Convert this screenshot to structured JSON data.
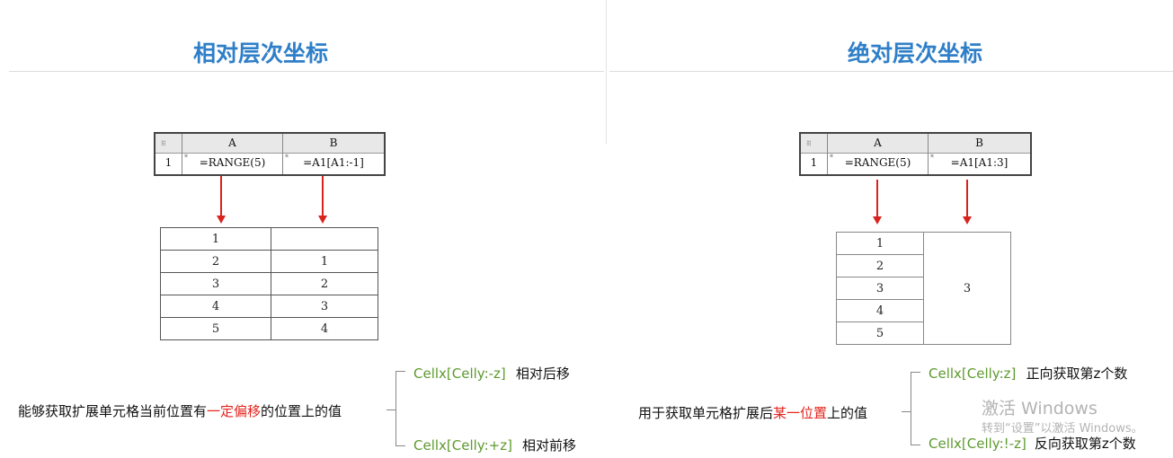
{
  "left": {
    "title": "相对层次坐标",
    "sheet": {
      "col_a": "A",
      "col_b": "B",
      "row": "1",
      "formula_a": "=RANGE(5)",
      "formula_b": "=A1[A1:-1]"
    },
    "table": [
      [
        "1",
        ""
      ],
      [
        "2",
        "1"
      ],
      [
        "3",
        "2"
      ],
      [
        "4",
        "3"
      ],
      [
        "5",
        "4"
      ]
    ],
    "desc_pre": "能够获取扩展单元格当前位置有",
    "desc_red": "一定偏移",
    "desc_post": "的位置上的值",
    "item1_code": "Cellx[Celly:-z]",
    "item1_text": "相对后移",
    "item2_code": "Cellx[Celly:+z]",
    "item2_text": "相对前移"
  },
  "right": {
    "title": "绝对层次坐标",
    "sheet": {
      "col_a": "A",
      "col_b": "B",
      "row": "1",
      "formula_a": "=RANGE(5)",
      "formula_b": "=A1[A1:3]"
    },
    "col_a_values": [
      "1",
      "2",
      "3",
      "4",
      "5"
    ],
    "col_b_value": "3",
    "desc_pre": "用于获取单元格扩展后",
    "desc_red": "某一位置",
    "desc_post": "上的值",
    "item1_code": "Cellx[Celly:z]",
    "item1_text": "正向获取第z个数",
    "item2_code": "Cellx[Celly:!-z]",
    "item2_text": "反向获取第z个数"
  },
  "watermark": {
    "line1": "激活 Windows",
    "line2": "转到“设置”以激活 Windows。"
  },
  "colors": {
    "title": "#2f7fc8",
    "arrow": "#d9231d",
    "highlight": "#e3241c",
    "code": "#5d9a2e"
  }
}
